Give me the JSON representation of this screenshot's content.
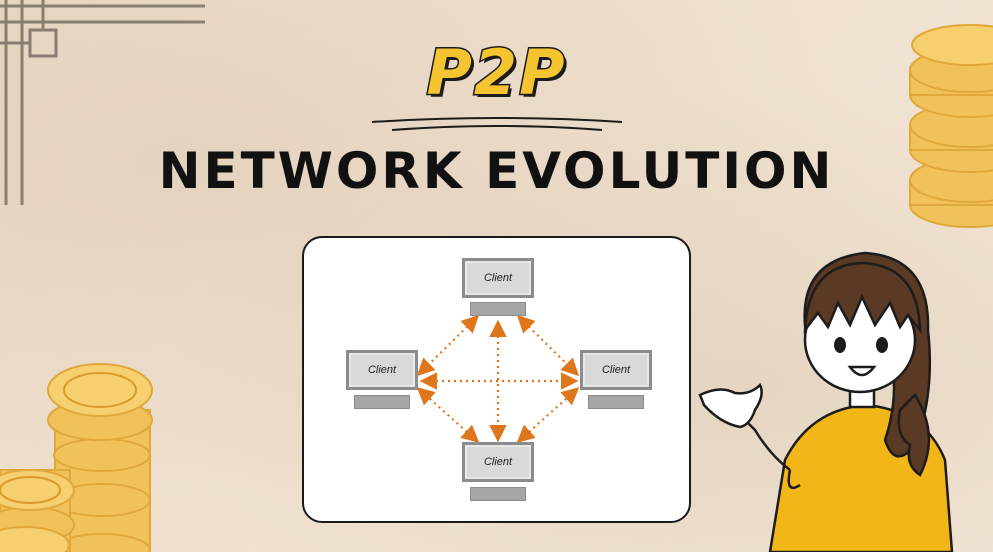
{
  "title": {
    "line1": "P2P",
    "line2": "NETWORK EVOLUTION"
  },
  "diagram": {
    "nodes": [
      {
        "id": "top",
        "label": "Client"
      },
      {
        "id": "left",
        "label": "Client"
      },
      {
        "id": "right",
        "label": "Client"
      },
      {
        "id": "bottom",
        "label": "Client"
      }
    ],
    "connections": [
      [
        "top",
        "left"
      ],
      [
        "top",
        "right"
      ],
      [
        "bottom",
        "left"
      ],
      [
        "bottom",
        "right"
      ],
      [
        "top",
        "bottom"
      ],
      [
        "left",
        "right"
      ]
    ],
    "arrow_color": "#e0761c"
  },
  "colors": {
    "background": "#f3e5d6",
    "title_accent": "#f5c531",
    "coin": "#f2c25a"
  }
}
